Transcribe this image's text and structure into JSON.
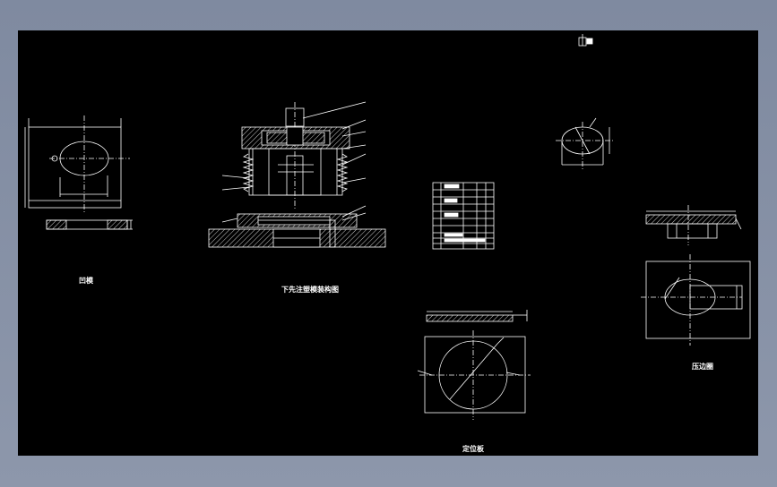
{
  "drawing": {
    "titles": {
      "die": "凹模",
      "assembly": "下先注塑模装构图",
      "locating_plate": "定位板",
      "press_ring": "压边圈"
    }
  },
  "colors": {
    "background": "#8d97ab",
    "canvas": "#000000",
    "line": "#ffffff"
  }
}
